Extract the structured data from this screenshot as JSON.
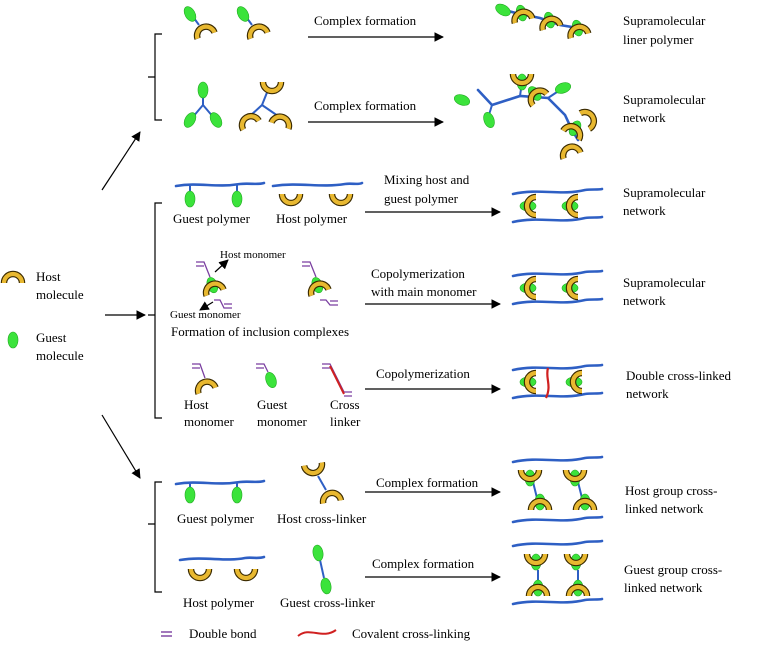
{
  "legend": {
    "host": [
      "Host",
      "molecule"
    ],
    "guest": [
      "Guest",
      "molecule"
    ],
    "double_bond": "Double bond",
    "covalent": "Covalent cross-linking"
  },
  "rows": {
    "linear": {
      "arrow": "Complex formation",
      "result": [
        "Supramolecular",
        "liner polymer"
      ]
    },
    "network": {
      "arrow": "Complex formation",
      "result": [
        "Supramolecular",
        "network"
      ]
    },
    "mixing": {
      "left": "Guest polymer",
      "right": "Host polymer",
      "arrow": [
        "Mixing host and",
        "guest polymer"
      ],
      "result": [
        "Supramolecular",
        "network"
      ]
    },
    "copoly": {
      "host_monomer": "Host monomer",
      "guest_monomer": "Guest monomer",
      "caption": "Formation of inclusion complexes",
      "arrow": [
        "Copolymerization",
        "with main monomer"
      ],
      "result": [
        "Supramolecular",
        "network"
      ]
    },
    "double": {
      "a": [
        "Host",
        "monomer"
      ],
      "b": [
        "Guest",
        "monomer"
      ],
      "c": [
        "Cross",
        "linker"
      ],
      "arrow": "Copolymerization",
      "result": [
        "Double cross-linked",
        "network"
      ]
    },
    "hostcl": {
      "left": "Guest polymer",
      "right": "Host cross-linker",
      "arrow": "Complex formation",
      "result": [
        "Host group cross-",
        "linked  network"
      ]
    },
    "guestcl": {
      "left": "Host polymer",
      "right": "Guest cross-linker",
      "arrow": "Complex formation",
      "result": [
        "Guest  group cross-",
        "linked network"
      ]
    }
  }
}
